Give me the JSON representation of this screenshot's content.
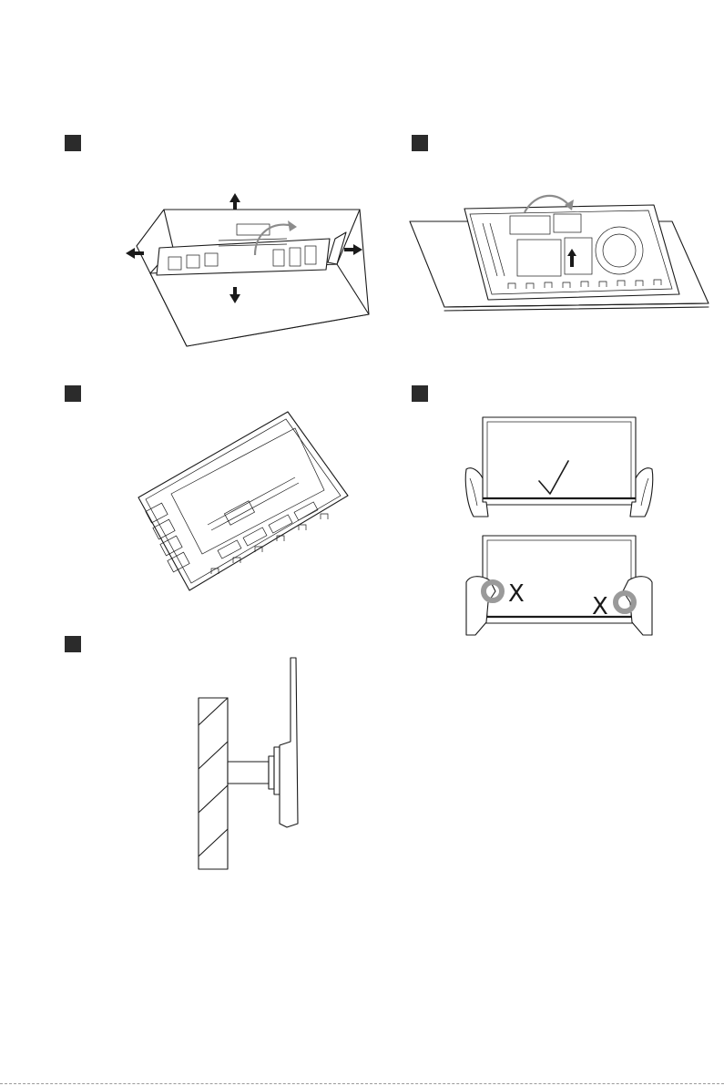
{
  "steps": [
    {
      "id": 1,
      "marker_icon": "filled-square",
      "illustration": "open-box-flaps-icon"
    },
    {
      "id": 2,
      "marker_icon": "filled-square",
      "illustration": "remove-foam-tray-icon"
    },
    {
      "id": 3,
      "marker_icon": "filled-square",
      "illustration": "monitor-in-foam-icon"
    },
    {
      "id": 4,
      "marker_icon": "filled-square",
      "illustration": "correct-handling-icon"
    },
    {
      "id": 5,
      "marker_icon": "filled-square",
      "illustration": "wall-mount-side-icon"
    }
  ],
  "handling": {
    "correct_mark": "✓",
    "wrong_mark_left": "X",
    "wrong_mark_right": "X"
  },
  "colors": {
    "marker": "#2b2b2b",
    "line": "#1a1a1a",
    "highlight_grey": "#9a9a9a"
  }
}
